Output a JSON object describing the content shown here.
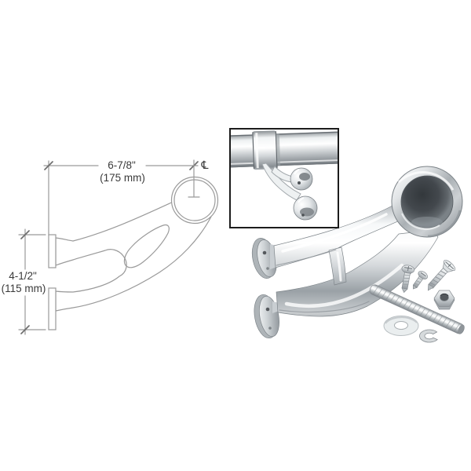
{
  "background_color": "#ffffff",
  "diagram": {
    "line_color": "#9a9a9a",
    "text_color": "#3a3a3a",
    "horizontal_dimension": {
      "value_in": "6-7/8\"",
      "value_mm": "(175 mm)"
    },
    "vertical_dimension": {
      "value_in": "4-1/2\"",
      "value_mm": "(115 mm)"
    },
    "centerline_symbol": "℄"
  },
  "inset_photo": {
    "border_color": "#1c1c1c",
    "subject": "bar-bracket-mounted-under-handrail-tubing"
  },
  "main_photo": {
    "subject": "polished-chrome-bar-mount-handrail-bracket-with-hardware",
    "chrome_light": "#f4f6f7",
    "chrome_mid": "#c9cdd0",
    "chrome_dark": "#868c91"
  }
}
